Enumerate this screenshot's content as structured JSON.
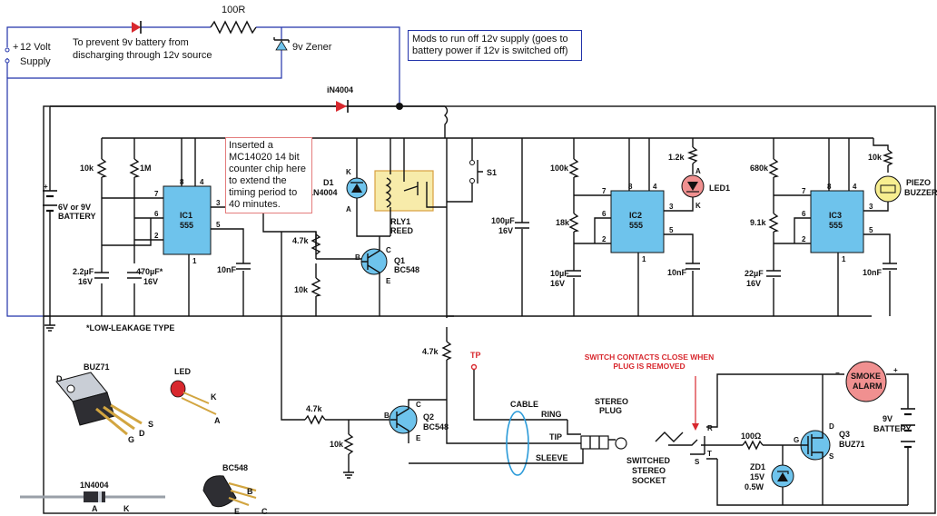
{
  "supply": {
    "plus": "+",
    "volt_label": "12 Volt",
    "supply_label": "Supply",
    "resistor": "100R",
    "zener": "9v Zener",
    "diode_note": "To prevent 9v battery from discharging through 12v source"
  },
  "notes": {
    "mods": "Mods to run off 12v supply (goes to battery power if 12v is switched off)",
    "mc14020": "Inserted a MC14020 14 bit counter chip here to extend the timing period to 40 minutes.",
    "low_leakage": "*LOW-LEAKAGE TYPE"
  },
  "main": {
    "diode_in4004": "iN4004",
    "battery_l1": "6V or 9V",
    "battery_l2": "BATTERY",
    "ic1": {
      "name": "IC1",
      "type": "555"
    },
    "ic2": {
      "name": "IC2",
      "type": "555"
    },
    "ic3": {
      "name": "IC3",
      "type": "555"
    },
    "r_10k_a": "10k",
    "r_1m": "1M",
    "c_2u2_a": "2.2µF",
    "c_2u2_b": "16V",
    "c_470_a": "470µF*",
    "c_470_b": "16V",
    "c_10n_1": "10nF",
    "d1_a": "D1",
    "d1_b": "1N4004",
    "rly_label": "RLY1",
    "rly_type": "REED",
    "r_4k7_a": "4.7k",
    "r_10k_b": "10k",
    "q1_name": "Q1",
    "q1_type": "BC548",
    "s1": "S1",
    "c_100u_a": "100µF",
    "c_100u_b": "16V",
    "r_100k": "100k",
    "r_18k": "18k",
    "c_10u_a": "10µF",
    "c_10u_b": "16V",
    "c_10n_2": "10nF",
    "r_1k2": "1.2k",
    "led1": "LED1",
    "r_680k": "680k",
    "r_9k1": "9.1k",
    "c_22u_a": "22µF",
    "c_22u_b": "16V",
    "c_10n_3": "10nF",
    "r_10k_c": "10k",
    "piezo_a": "PIEZO",
    "piezo_b": "BUZZER",
    "r_4k7_b": "4.7k",
    "tp": "TP",
    "r_4k7_c": "4.7k",
    "r_10k_d": "10k",
    "q2_name": "Q2",
    "q2_type": "BC548",
    "cable": "CABLE",
    "stereo_a": "STEREO",
    "stereo_b": "PLUG",
    "ring": "RING",
    "tip": "TIP",
    "sleeve": "SLEEVE",
    "switch_note": "SWITCH CONTACTS CLOSE WHEN PLUG IS REMOVED",
    "socket_a": "SWITCHED",
    "socket_b": "STEREO",
    "socket_c": "SOCKET",
    "r_100": "100Ω",
    "zd1_a": "ZD1",
    "zd1_b": "15V",
    "zd1_c": "0.5W",
    "q3_name": "Q3",
    "q3_type": "BUZ71",
    "smoke_a": "SMOKE",
    "smoke_b": "ALARM",
    "bat9_a": "9V",
    "bat9_b": "BATTERY"
  },
  "parts": {
    "buz71": "BUZ71",
    "buz_d": "D",
    "buz_g": "G",
    "buz_s": "S",
    "led": "LED",
    "led_a": "A",
    "led_k": "K",
    "d1n4004": "1N4004",
    "d_a": "A",
    "d_k": "K",
    "bc548": "BC548",
    "bc_b": "B",
    "bc_e": "E",
    "bc_c": "C"
  },
  "pins": {
    "p1": "1",
    "p2": "2",
    "p3": "3",
    "p4": "4",
    "p5": "5",
    "p6": "6",
    "p7": "7",
    "p8": "8",
    "a": "A",
    "k": "K",
    "b": "B",
    "c": "C",
    "e": "E",
    "d": "D",
    "g": "G",
    "s": "S",
    "r": "R",
    "t": "T",
    "plus": "+",
    "minus": "−"
  }
}
